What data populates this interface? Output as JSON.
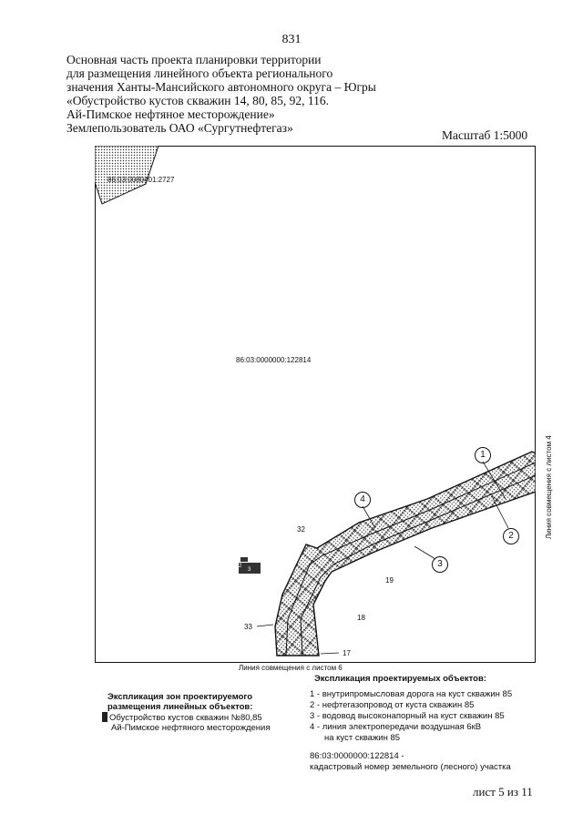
{
  "page_number": "831",
  "title_lines": [
    "Основная часть проекта планировки территории",
    "для размещения линейного объекта регионального",
    "значения Ханты-Мансийского автономного округа – Югры",
    "«Обустройство кустов скважин 14, 80, 85, 92, 116.",
    "Ай-Пимское нефтяное месторождение»",
    "Землепользователь ОАО «Сургутнефтегаз»"
  ],
  "scale": "Масштаб 1:5000",
  "map": {
    "parcel_top_label": "86:03:0080401:2727",
    "parcel_main_label": "86:03:0000000:122814",
    "point_labels": [
      "32",
      "19",
      "18",
      "33",
      "17"
    ],
    "circle_labels": [
      "1",
      "2",
      "3",
      "4"
    ],
    "block_labels": [
      "2",
      "3"
    ],
    "bottom_caption": "Линия совмещения с листом 6",
    "side_caption": "Линия совмещения с листом 4"
  },
  "legend_left": {
    "heading_1": "Экспликация зон проектируемого",
    "heading_2": "размещения линейных объектов:",
    "item_1": "Обустройство кустов скважин №80,85",
    "item_2": "Ай-Пимское нефтяного месторождения"
  },
  "legend_right": {
    "heading": "Экспликация проектируемых объектов:",
    "items": [
      "1 - внутрипромысловая дорога на куст скважин 85",
      "2 - нефтегазопровод от куста скважин 85",
      "3 - водовод высоконапорный на куст скважин 85",
      "4 - линия электропередачи воздушная 6кВ",
      "на куст скважин 85"
    ]
  },
  "cadastral_note": {
    "line1": "86:03:0000000:122814 -",
    "line2": "кадастровый номер земельного (лесного) участка"
  },
  "sheet_label": "лист 5 из 11"
}
